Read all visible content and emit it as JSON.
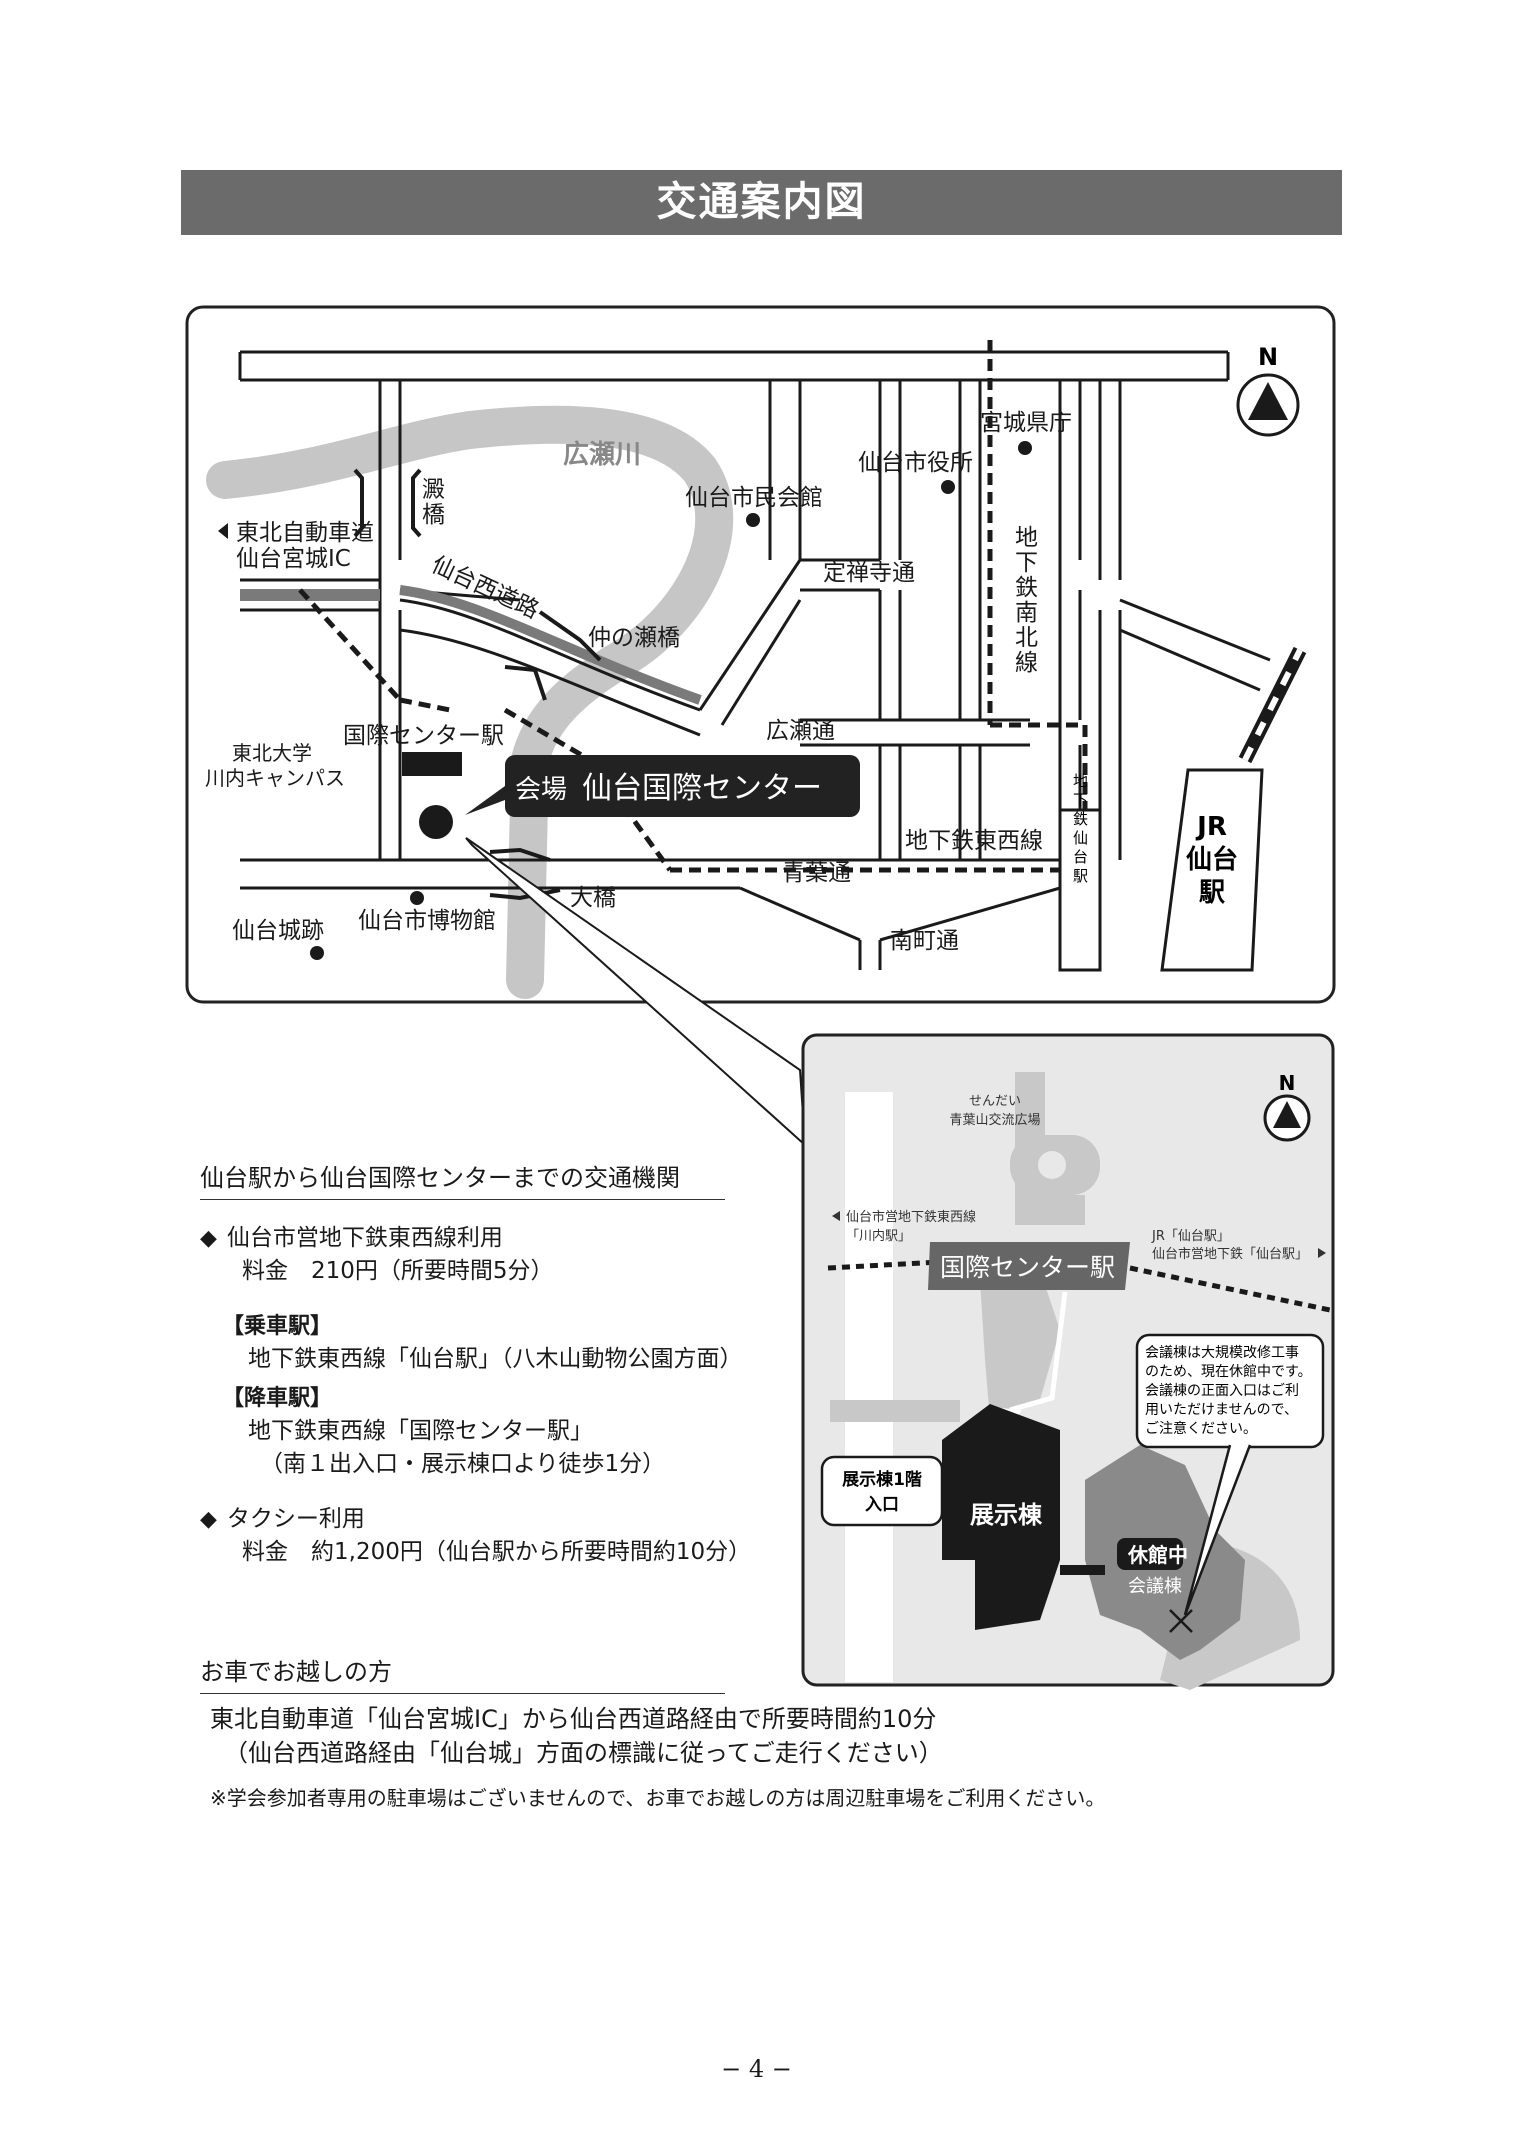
{
  "page_title": "交通案内図",
  "main_map": {
    "north": "N",
    "river": "広瀬川",
    "tohoku_expressway": "東北自動車道",
    "sendai_miyagi_ic": "仙台宮城IC",
    "hisaihashi": "澱橋",
    "sendai_nishi_road": "仙台西道路",
    "nakanose_bridge": "仲の瀬橋",
    "civic_auditorium": "仙台市民会館",
    "city_hall": "仙台市役所",
    "prefectural_office": "宮城県庁",
    "jozenji_dori": "定禅寺通",
    "subway_namboku_line": "地下鉄南北線",
    "hirose_dori": "広瀬通",
    "tohoku_univ_line1": "東北大学",
    "tohoku_univ_line2": "川内キャンパス",
    "kokusai_station": "国際センター駅",
    "venue_prefix": "会場",
    "venue_name": "仙台国際センター",
    "subway_tozai_line": "地下鉄東西線",
    "aoba_dori": "青葉通",
    "subway_sendai_station": "地下鉄仙台駅",
    "jr_line1": "JR",
    "jr_line2": "仙台",
    "jr_line3": "駅",
    "ohashi": "大橋",
    "sendai_castle_ruins": "仙台城跡",
    "city_museum": "仙台市博物館",
    "minamimachi_dori": "南町通"
  },
  "inset_map": {
    "north": "N",
    "plaza_line1": "せんだい",
    "plaza_line2": "青葉山交流広場",
    "to_kawauchi_line1": "仙台市営地下鉄東西線",
    "to_kawauchi_line2": "「川内駅」",
    "to_sendai_line1": "JR「仙台駅」",
    "to_sendai_line2": "仙台市営地下鉄「仙台駅」",
    "station_label": "国際センター駅",
    "notice_lines": [
      "会議棟は大規模改修工事",
      "のため、現在休館中です。",
      "会議棟の正面入口はご利",
      "用いただけませんので、",
      "ご注意ください。"
    ],
    "entrance_line1": "展示棟1階",
    "entrance_line2": "入口",
    "exhibition_hall": "展示棟",
    "closed_badge": "休館中",
    "conference_hall": "会議棟"
  },
  "access": {
    "heading": "仙台駅から仙台国際センターまでの交通機関",
    "subway_title": "仙台市営地下鉄東西線利用",
    "subway_fare": "料金　210円（所要時間5分）",
    "board_label": "【乗車駅】",
    "board_detail": "地下鉄東西線「仙台駅」（八木山動物公園方面）",
    "alight_label": "【降車駅】",
    "alight_detail": "地下鉄東西線「国際センター駅」",
    "alight_walk": "（南１出入口・展示棟口より徒歩1分）",
    "taxi_title": "タクシー利用",
    "taxi_fare": "料金　約1,200円（仙台駅から所要時間約10分）"
  },
  "car": {
    "heading": "お車でお越しの方",
    "line1": "東北自動車道「仙台宮城IC」から仙台西道路経由で所要時間約10分",
    "line2": "（仙台西道路経由「仙台城」方面の標識に従ってご走行ください）",
    "note": "※学会参加者専用の駐車場はございませんので、お車でお越しの方は周辺駐車場をご利用ください。"
  },
  "page_number": "− 4 −"
}
